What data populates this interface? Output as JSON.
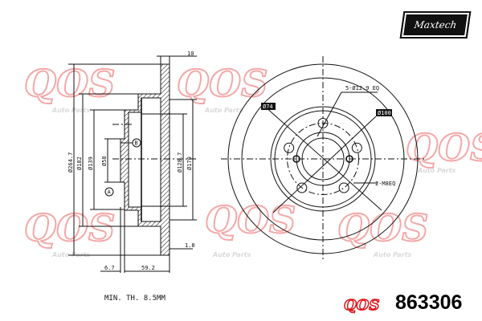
{
  "brand_logo": "Maxtech",
  "watermark": {
    "logo": "QOS",
    "tagline": "Auto Parts",
    "color": "#f4a8a8"
  },
  "side_view": {
    "dims": {
      "thickness": "10",
      "d_outer": "Ø264.7",
      "d_182": "Ø182",
      "d_139": "Ø139",
      "d_58": "Ø58",
      "d_128": "Ø128.7",
      "d_170": "Ø170",
      "d_1_8": "1.8",
      "d_6_7": "6.7",
      "d_59_2": "59.2",
      "datum_a": "A",
      "datum_b": "B"
    }
  },
  "front_view": {
    "labels": {
      "bolt_holes": "5-Ø12.9 EQ",
      "d74": "Ø74",
      "d100": "Ø100",
      "threads": "2-M8EQ"
    }
  },
  "footer": {
    "min_thickness": "MIN. TH. 8.5MM",
    "part_number": "863306",
    "logo": "QOS"
  }
}
